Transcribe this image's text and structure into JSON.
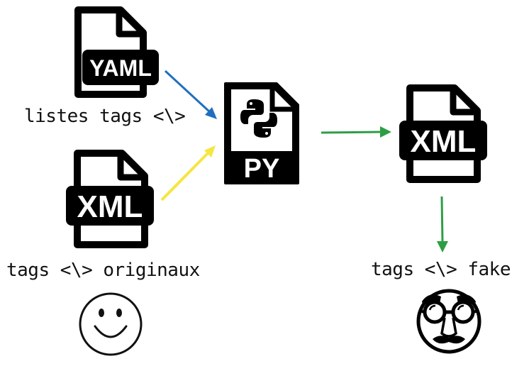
{
  "nodes": {
    "yaml_file": {
      "badge": "YAML",
      "caption": "listes tags <\\>"
    },
    "xml_input_file": {
      "badge": "XML",
      "caption": "tags <\\> originaux"
    },
    "python_script": {
      "badge": "PY"
    },
    "xml_output_file": {
      "badge": "XML",
      "caption": "tags <\\> fake"
    }
  },
  "edges": [
    {
      "from": "yaml_file",
      "to": "python_script",
      "color": "#1f6fc0"
    },
    {
      "from": "xml_input_file",
      "to": "python_script",
      "color": "#f5e642"
    },
    {
      "from": "python_script",
      "to": "xml_output_file",
      "color": "#2e9e45"
    },
    {
      "from": "xml_output_file",
      "to": "fake_tags",
      "color": "#2e9e45"
    }
  ],
  "icons": {
    "original_face": "smiley-face-icon",
    "fake_face": "disguise-glasses-face-icon"
  }
}
